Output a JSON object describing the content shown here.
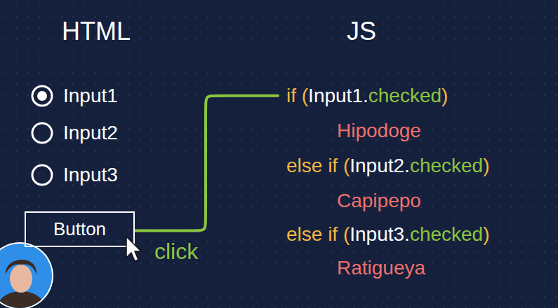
{
  "diagram": {
    "nodes": [
      {
        "text": [
          "Button"
        ]
      },
      {
        "text": [
          "if (Input1.checked)"
        ]
      }
    ],
    "edges": [
      {
        "from": 0,
        "to": 1,
        "label": "click",
        "arrow": "none"
      }
    ],
    "labels": [
      "HTML",
      "JS",
      "Input1",
      "Input2",
      "Input3",
      "Hipodoge",
      "else if (Input2.checked)",
      "Capipepo",
      "else if (Input3.checked)",
      "Ratigueya"
    ]
  }
}
